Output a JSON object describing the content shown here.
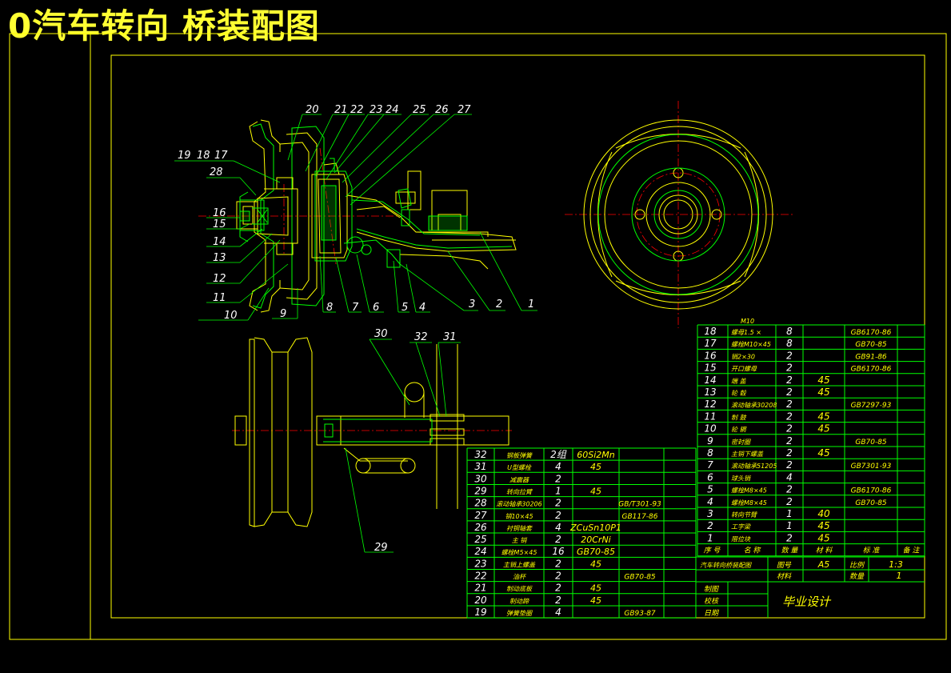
{
  "title": "0汽车转向 桥装配图",
  "colors": {
    "background": "#000000",
    "line": "#ffff00",
    "green": "#00ff00",
    "red": "#ff0000",
    "white": "#ffffff"
  },
  "callouts_top": [
    "20",
    "21",
    "22",
    "23",
    "24",
    "25",
    "26",
    "27"
  ],
  "callouts_left": [
    "19",
    "18",
    "17",
    "28",
    "16",
    "15",
    "14",
    "13",
    "12",
    "11",
    "10"
  ],
  "callouts_bottom": [
    "9",
    "8",
    "7",
    "6",
    "5",
    "4",
    "3",
    "2",
    "1"
  ],
  "callouts_plan": [
    "30",
    "32",
    "31",
    "29"
  ],
  "bom_header_note": "M10",
  "bom_right": [
    {
      "no": "18",
      "name": "螺母1.5 ×",
      "qty": "8",
      "mat": "",
      "std": "GB6170-86"
    },
    {
      "no": "17",
      "name": "螺栓M10×45",
      "qty": "8",
      "mat": "",
      "std": "GB70-85"
    },
    {
      "no": "16",
      "name": "销2×30",
      "qty": "2",
      "mat": "",
      "std": "GB91-86"
    },
    {
      "no": "15",
      "name": "开口螺母",
      "qty": "2",
      "mat": "",
      "std": "GB6170-86"
    },
    {
      "no": "14",
      "name": "端 盖",
      "qty": "2",
      "mat": "45",
      "std": ""
    },
    {
      "no": "13",
      "name": "轮 毂",
      "qty": "2",
      "mat": "45",
      "std": ""
    },
    {
      "no": "12",
      "name": "滚动轴承30208",
      "qty": "2",
      "mat": "",
      "std": "GB7297-93"
    },
    {
      "no": "11",
      "name": "制 鼓",
      "qty": "2",
      "mat": "45",
      "std": ""
    },
    {
      "no": "10",
      "name": "轮 辋",
      "qty": "2",
      "mat": "45",
      "std": ""
    },
    {
      "no": "9",
      "name": "密封圈",
      "qty": "2",
      "mat": "",
      "std": "GB70-85"
    },
    {
      "no": "8",
      "name": "主销下螺盖",
      "qty": "2",
      "mat": "45",
      "std": ""
    },
    {
      "no": "7",
      "name": "滚动轴承51205",
      "qty": "2",
      "mat": "",
      "std": "GB7301-93"
    },
    {
      "no": "6",
      "name": "球头销",
      "qty": "4",
      "mat": "",
      "std": ""
    },
    {
      "no": "5",
      "name": "螺栓M8×45",
      "qty": "2",
      "mat": "",
      "std": "GB6170-86"
    },
    {
      "no": "4",
      "name": "螺栓M8×45",
      "qty": "2",
      "mat": "",
      "std": "GB70-85"
    },
    {
      "no": "3",
      "name": "转向节臂",
      "qty": "1",
      "mat": "40",
      "std": ""
    },
    {
      "no": "2",
      "name": "工字梁",
      "qty": "1",
      "mat": "45",
      "std": ""
    },
    {
      "no": "1",
      "name": "限位块",
      "qty": "2",
      "mat": "45",
      "std": ""
    }
  ],
  "bom_right_header": {
    "no": "序 号",
    "name": "名 称",
    "qty": "数 量",
    "mat": "材 料",
    "std": "标 准",
    "remark": "备 注"
  },
  "bom_left": [
    {
      "no": "32",
      "name": "钢板弹簧",
      "qty": "2组",
      "mat": "60Si2Mn",
      "std": ""
    },
    {
      "no": "31",
      "name": "U型螺栓",
      "qty": "4",
      "mat": "45",
      "std": ""
    },
    {
      "no": "30",
      "name": "减震器",
      "qty": "2",
      "mat": "",
      "std": ""
    },
    {
      "no": "29",
      "name": "转向拉臂",
      "qty": "1",
      "mat": "45",
      "std": ""
    },
    {
      "no": "28",
      "name": "滚动轴承30206",
      "qty": "2",
      "mat": "",
      "std": "GB/T301-93"
    },
    {
      "no": "27",
      "name": "销10×45",
      "qty": "2",
      "mat": "",
      "std": "GB117-86"
    },
    {
      "no": "26",
      "name": "衬铜轴套",
      "qty": "4",
      "mat": "ZCuSn10P1",
      "std": ""
    },
    {
      "no": "25",
      "name": "主 销",
      "qty": "2",
      "mat": "20CrNi",
      "std": ""
    },
    {
      "no": "24",
      "name": "螺栓M5×45",
      "qty": "16",
      "mat": "GB70-85",
      "std": ""
    },
    {
      "no": "23",
      "name": "主销上螺盖",
      "qty": "2",
      "mat": "45",
      "std": ""
    },
    {
      "no": "22",
      "name": "油杯",
      "qty": "2",
      "mat": "",
      "std": "GB70-85"
    },
    {
      "no": "21",
      "name": "制动底板",
      "qty": "2",
      "mat": "45",
      "std": ""
    },
    {
      "no": "20",
      "name": "制动蹄",
      "qty": "2",
      "mat": "45",
      "std": ""
    },
    {
      "no": "19",
      "name": "弹簧垫圈",
      "qty": "4",
      "mat": "",
      "std": "GB93-87"
    }
  ],
  "titleblock": {
    "drawing_name": "汽车转向桥装配图",
    "fig_no_label": "图号",
    "fig_no": "A5",
    "scale_label": "比例",
    "scale": "1:3",
    "material_label": "材料",
    "count_label": "数量",
    "count": "1",
    "design_label": "制图",
    "check_label": "校核",
    "date_label": "日期",
    "project": "毕业设计"
  }
}
